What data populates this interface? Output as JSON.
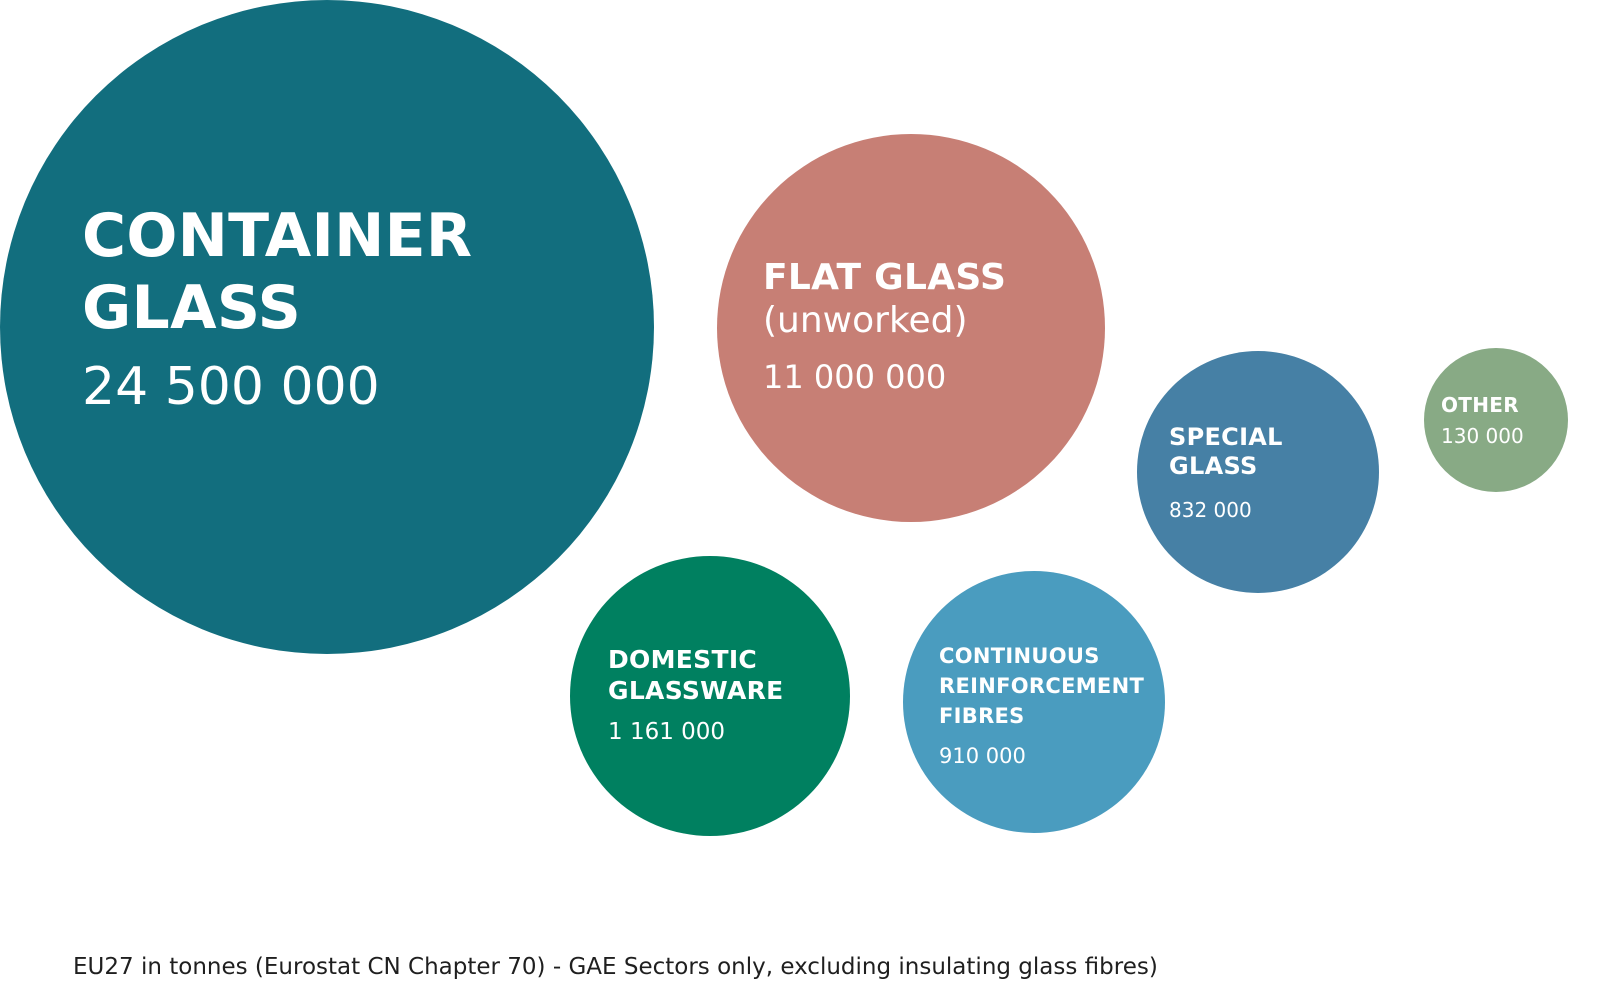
{
  "chart_data": {
    "type": "bubble",
    "unit": "tonnes",
    "series": [
      {
        "name_lines": [
          "CONTAINER",
          "GLASS"
        ],
        "sub": "",
        "value_label": "24 500 000",
        "value": 24500000,
        "color": "#126e7e"
      },
      {
        "name_lines": [
          "FLAT GLASS"
        ],
        "sub": "(unworked)",
        "value_label": "11 000 000",
        "value": 11000000,
        "color": "#c77f75"
      },
      {
        "name_lines": [
          "SPECIAL",
          "GLASS"
        ],
        "sub": "",
        "value_label": "832 000",
        "value": 832000,
        "color": "#4680a5"
      },
      {
        "name_lines": [
          "OTHER"
        ],
        "sub": "",
        "value_label": "130 000",
        "value": 130000,
        "color": "#88aa85"
      },
      {
        "name_lines": [
          "DOMESTIC",
          "GLASSWARE"
        ],
        "sub": "",
        "value_label": "1 161 000",
        "value": 1161000,
        "color": "#008060"
      },
      {
        "name_lines": [
          "CONTINUOUS",
          "REINFORCEMENT",
          "FIBRES"
        ],
        "sub": "",
        "value_label": "910 000",
        "value": 910000,
        "color": "#4a9cbf"
      }
    ],
    "footnote": "EU27 in tonnes (Eurostat CN Chapter 70) - GAE Sectors only, excluding insulating glass fibres)"
  }
}
